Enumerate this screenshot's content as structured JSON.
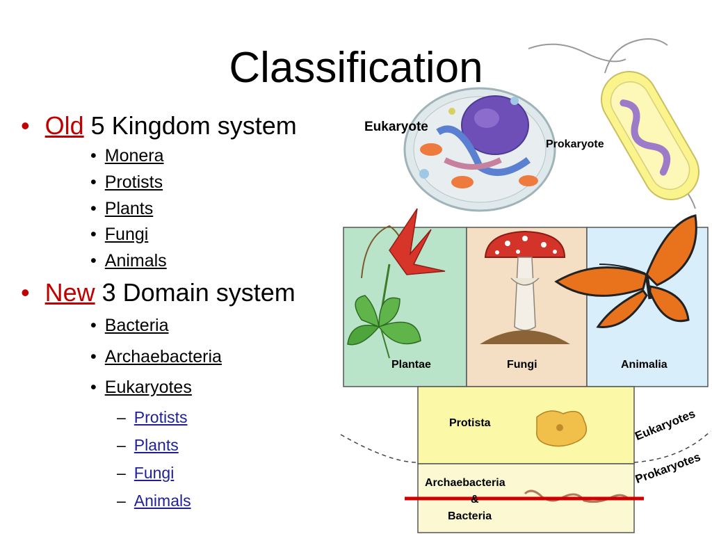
{
  "slide": {
    "title": "Classification",
    "old": {
      "highlight": "Old",
      "rest": " 5 Kingdom system",
      "items": [
        "Monera",
        "Protists",
        "Plants",
        "Fungi",
        "Animals"
      ]
    },
    "new": {
      "highlight": "New",
      "rest": " 3 Domain system",
      "items": [
        "Bacteria",
        "Archaebacteria",
        "Eukaryotes"
      ],
      "sub_items": [
        "Protists",
        "Plants",
        "Fungi",
        "Animals"
      ]
    }
  },
  "figure": {
    "eukaryote": "Eukaryote",
    "prokaryote": "Prokaryote",
    "plantae": "Plantae",
    "fungi": "Fungi",
    "animalia": "Animalia",
    "protista": "Protista",
    "archaebacteria_line1": "Archaebacteria",
    "archaebacteria_line2": "&",
    "archaebacteria_line3": "Bacteria",
    "eukaryotes_arc": "Eukaryotes",
    "prokaryotes_arc": "Prokaryotes"
  },
  "colors": {
    "accent_red": "#c00000",
    "link_blue": "#1f1f99",
    "plantae_bg": "#b9e4c9",
    "fungi_bg": "#f4dfc4",
    "animalia_bg": "#d8effb",
    "protista_bg": "#fbf9a8",
    "bacteria_bg": "#fcf9d2"
  }
}
